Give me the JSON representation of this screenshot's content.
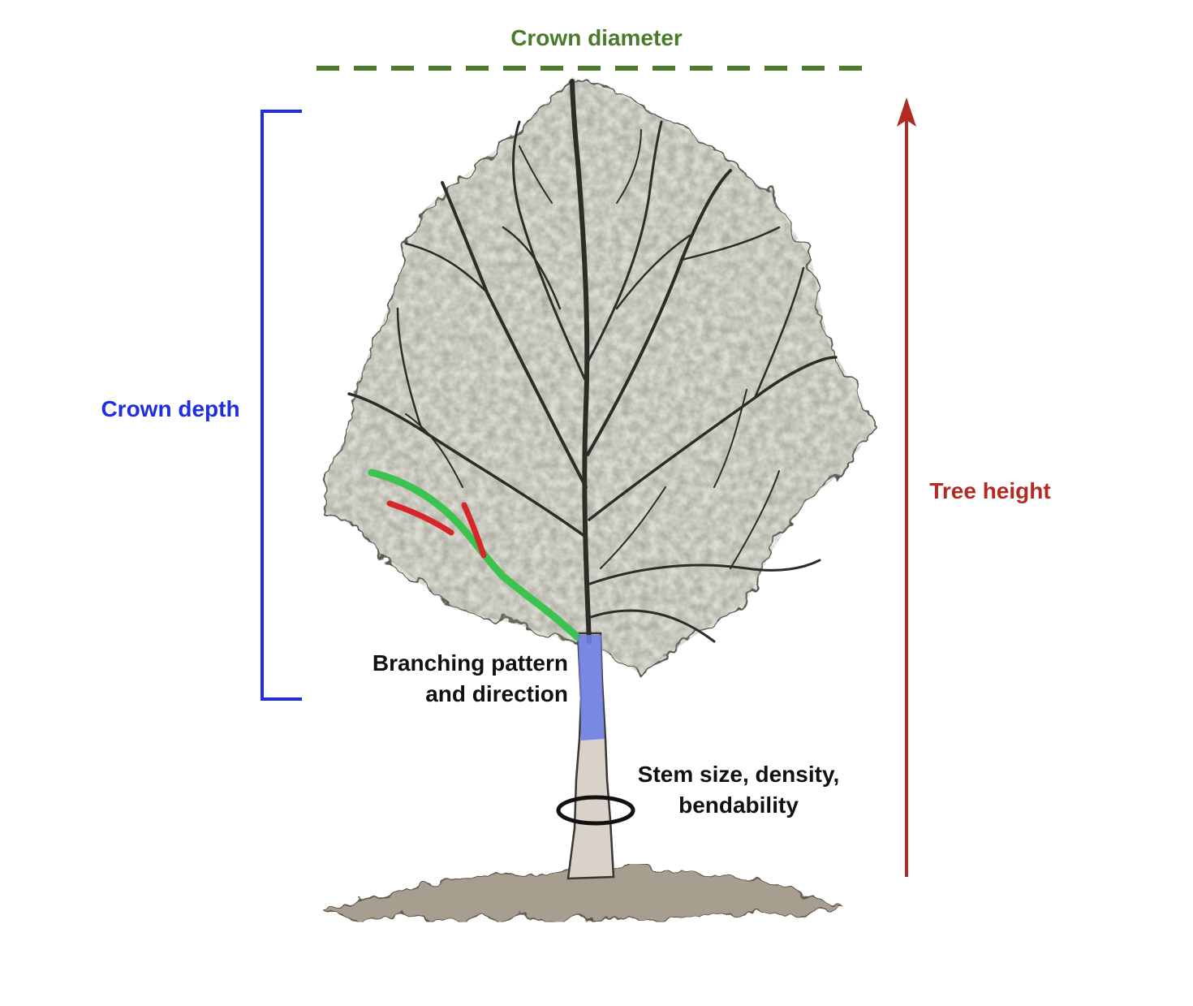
{
  "labels": {
    "crown_diameter": "Crown diameter",
    "crown_depth": "Crown depth",
    "tree_height": "Tree height",
    "branching_line1": "Branching pattern",
    "branching_line2": "and direction",
    "stem_line1": "Stem size, density,",
    "stem_line2": "bendability"
  },
  "colors": {
    "crown_diameter": "#4a7a2c",
    "crown_depth": "#1e2ee0",
    "tree_height": "#b22a22",
    "annotation_text": "#111111",
    "branch_green": "#3cc24e",
    "branch_red": "#d6262a",
    "trunk_highlight": "#6f7fe6"
  }
}
